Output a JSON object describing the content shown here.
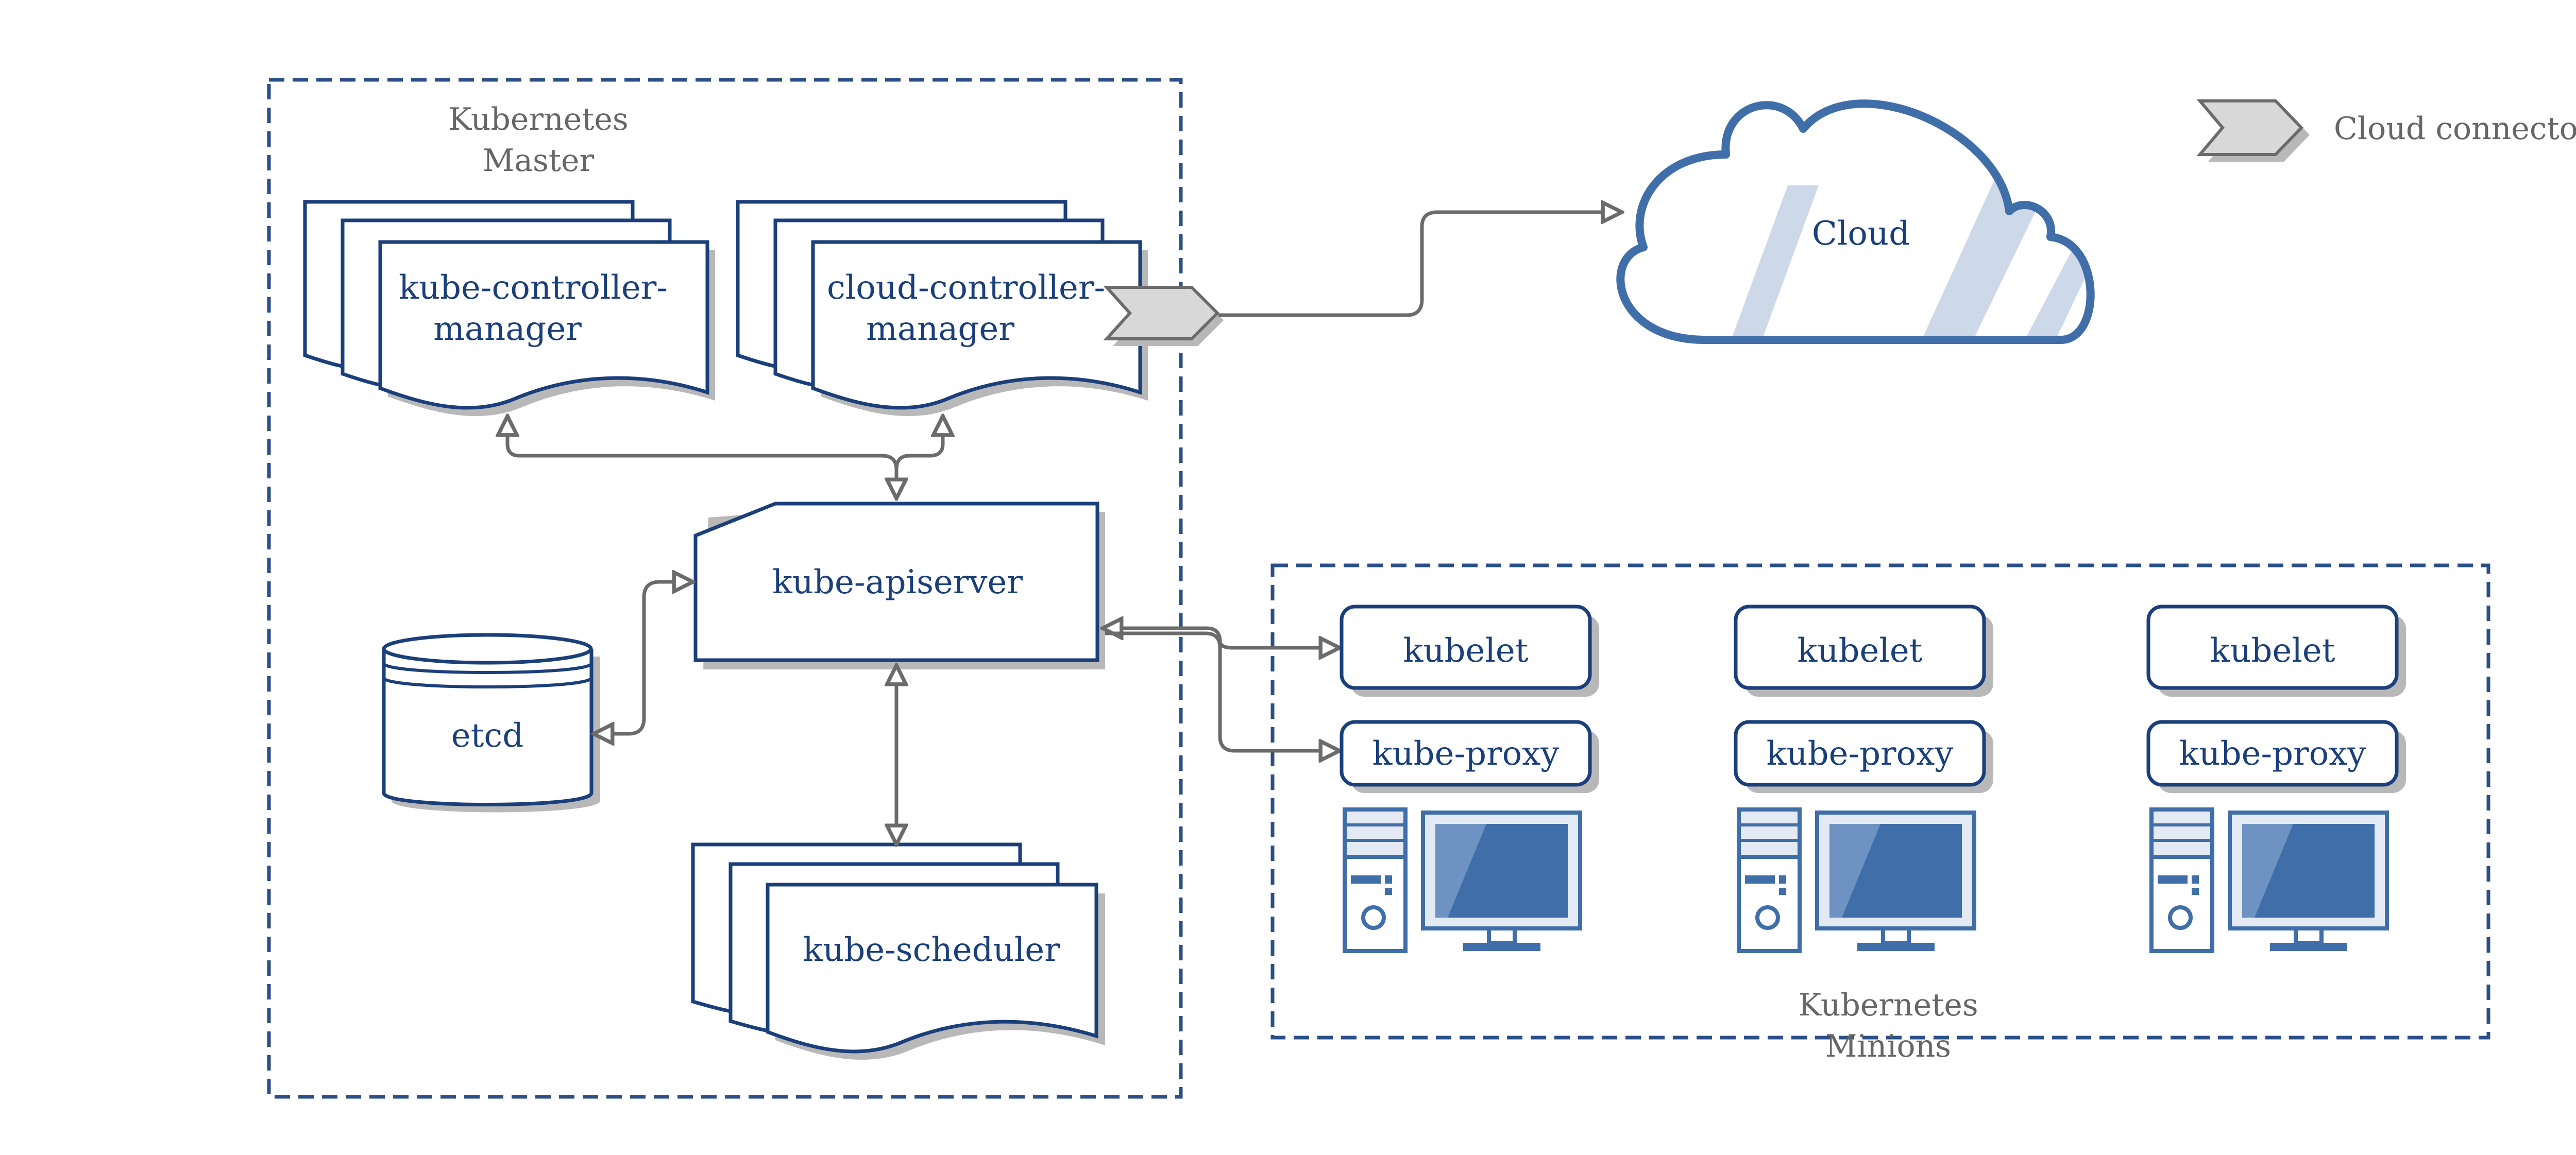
{
  "colors": {
    "navy": "#1a3f7a",
    "frame_dash": "#2b4f86",
    "arrow": "#6b6b6b",
    "shadow": "#b8b8b8",
    "cloud_stroke": "#3f6ea8",
    "cloud_fill_hatch": "#cdd9e8",
    "monitor_screen": "#3f6ea8",
    "connector_fill": "#d8d8d8"
  },
  "master": {
    "caption_line1": "Kubernetes",
    "caption_line2": "Master",
    "kube_controller_manager": {
      "line1": "kube-controller-",
      "line2": "manager"
    },
    "cloud_controller_manager": {
      "line1": "cloud-controller-",
      "line2": "manager"
    },
    "kube_apiserver": "kube-apiserver",
    "etcd": "etcd",
    "kube_scheduler": "kube-scheduler"
  },
  "cloud": {
    "label": "Cloud"
  },
  "legend": {
    "icon": "cloud-connector-icon",
    "label": "Cloud connector"
  },
  "minions": {
    "caption_line1": "Kubernetes",
    "caption_line2": "Minions",
    "nodes": [
      {
        "kubelet": "kubelet",
        "kube_proxy": "kube-proxy",
        "icon": "computer-icon"
      },
      {
        "kubelet": "kubelet",
        "kube_proxy": "kube-proxy",
        "icon": "computer-icon"
      },
      {
        "kubelet": "kubelet",
        "kube_proxy": "kube-proxy",
        "icon": "computer-icon"
      }
    ]
  }
}
